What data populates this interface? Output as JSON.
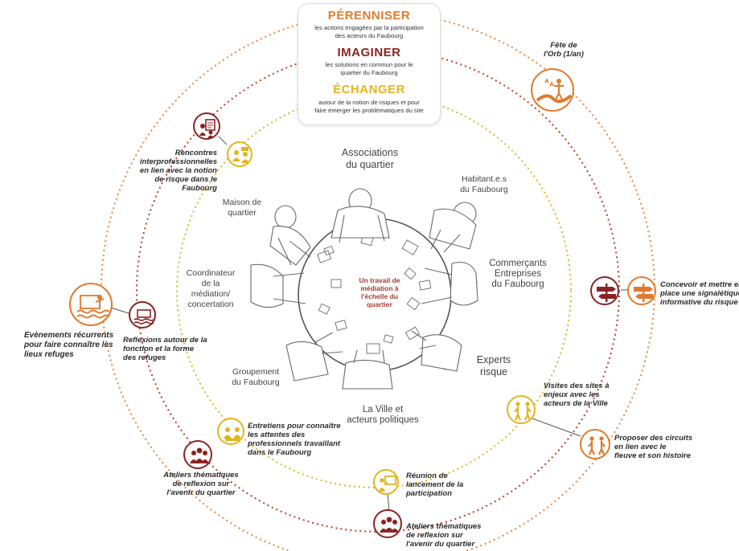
{
  "colors": {
    "perenniser": "#e07a2e",
    "imaginer": "#8b2323",
    "echanger": "#e3b51f",
    "ring_outer": "#e8843c",
    "ring_mid": "#c0392b",
    "ring_inner": "#d9b72b",
    "center": "#a63a2f"
  },
  "header": {
    "perenniser_title": "PÉRENNISER",
    "perenniser_line1": "les actions engagées par la participation",
    "perenniser_line2": "des acteurs du Faubourg",
    "imaginer_title": "IMAGINER",
    "imaginer_line1": "les solutions en commun pour le",
    "imaginer_line2": "quartier du Faubourg",
    "echanger_title": "ÉCHANGER",
    "echanger_line1": "autour de la notion de risques et pour",
    "echanger_line2": "faire émerger les problématiques du site"
  },
  "center": {
    "line1": "Un travail de",
    "line2": "médiation à",
    "line3": "l'échelle du",
    "line4": "quartier"
  },
  "groups": {
    "associations_1": "Associations",
    "associations_2": "du quartier",
    "habitants_1": "Habitant.e.s",
    "habitants_2": "du Faubourg",
    "maison_1": "Maison de",
    "maison_2": "quartier",
    "commercants_1": "Commerçants",
    "commercants_2": "Entreprises",
    "commercants_3": "du Faubourg",
    "coordinateur_1": "Coordinateur",
    "coordinateur_2": "de la",
    "coordinateur_3": "médiation/",
    "coordinateur_4": "concertation",
    "experts_1": "Experts",
    "experts_2": "risque",
    "groupement_1": "Groupement",
    "groupement_2": "du Faubourg",
    "ville_1": "La Ville et",
    "ville_2": "acteurs politiques"
  },
  "actions": {
    "fete_1": "Fête de",
    "fete_2": "l'Orb (1/an)",
    "rencontres_1": "Rencontres",
    "rencontres_2": "interprofessionnelles",
    "rencontres_3": "en lien avec la notion",
    "rencontres_4": "de risque dans le",
    "rencontres_5": "Faubourg",
    "signaletique_1": "Concevoir et mettre en",
    "signaletique_2": "place une signalétique",
    "signaletique_3": "informative du risque",
    "evenements_1": "Evènements récurrents",
    "evenements_2": "pour faire connaître les",
    "evenements_3": "lieux refuges",
    "reflexions_1": "Reflexions autour de la",
    "reflexions_2": "fonction et la forme",
    "reflexions_3": "des refuges",
    "visites_1": "Visites des sites à",
    "visites_2": "enjeux avec les",
    "visites_3": "acteurs de la Ville",
    "circuits_1": "Proposer des circuits",
    "circuits_2": "en lien avec le",
    "circuits_3": "fleuve et son histoire",
    "entretiens_1": "Entretiens pour connaître",
    "entretiens_2": "les attentes des",
    "entretiens_3": "professionnels travaillant",
    "entretiens_4": "dans le Faubourg",
    "ateliers_left_1": "Ateliers thématiques",
    "ateliers_left_2": "de reflexion sur",
    "ateliers_left_3": "l'avenir du quartier",
    "reunion_1": "Réunion de",
    "reunion_2": "lancement de la",
    "reunion_3": "participation",
    "ateliers_bottom_1": "Ateliers thématiques",
    "ateliers_bottom_2": "de reflexion sur",
    "ateliers_bottom_3": "l'avenir du quartier"
  },
  "icons": [
    "river-celebration-icon",
    "meeting-clipboard-icon",
    "group-discussion-icon",
    "signpost-icon",
    "flood-refuge-icon",
    "refuge-house-icon",
    "hikers-icon",
    "interview-icon",
    "workshop-group-icon",
    "presentation-board-icon"
  ]
}
